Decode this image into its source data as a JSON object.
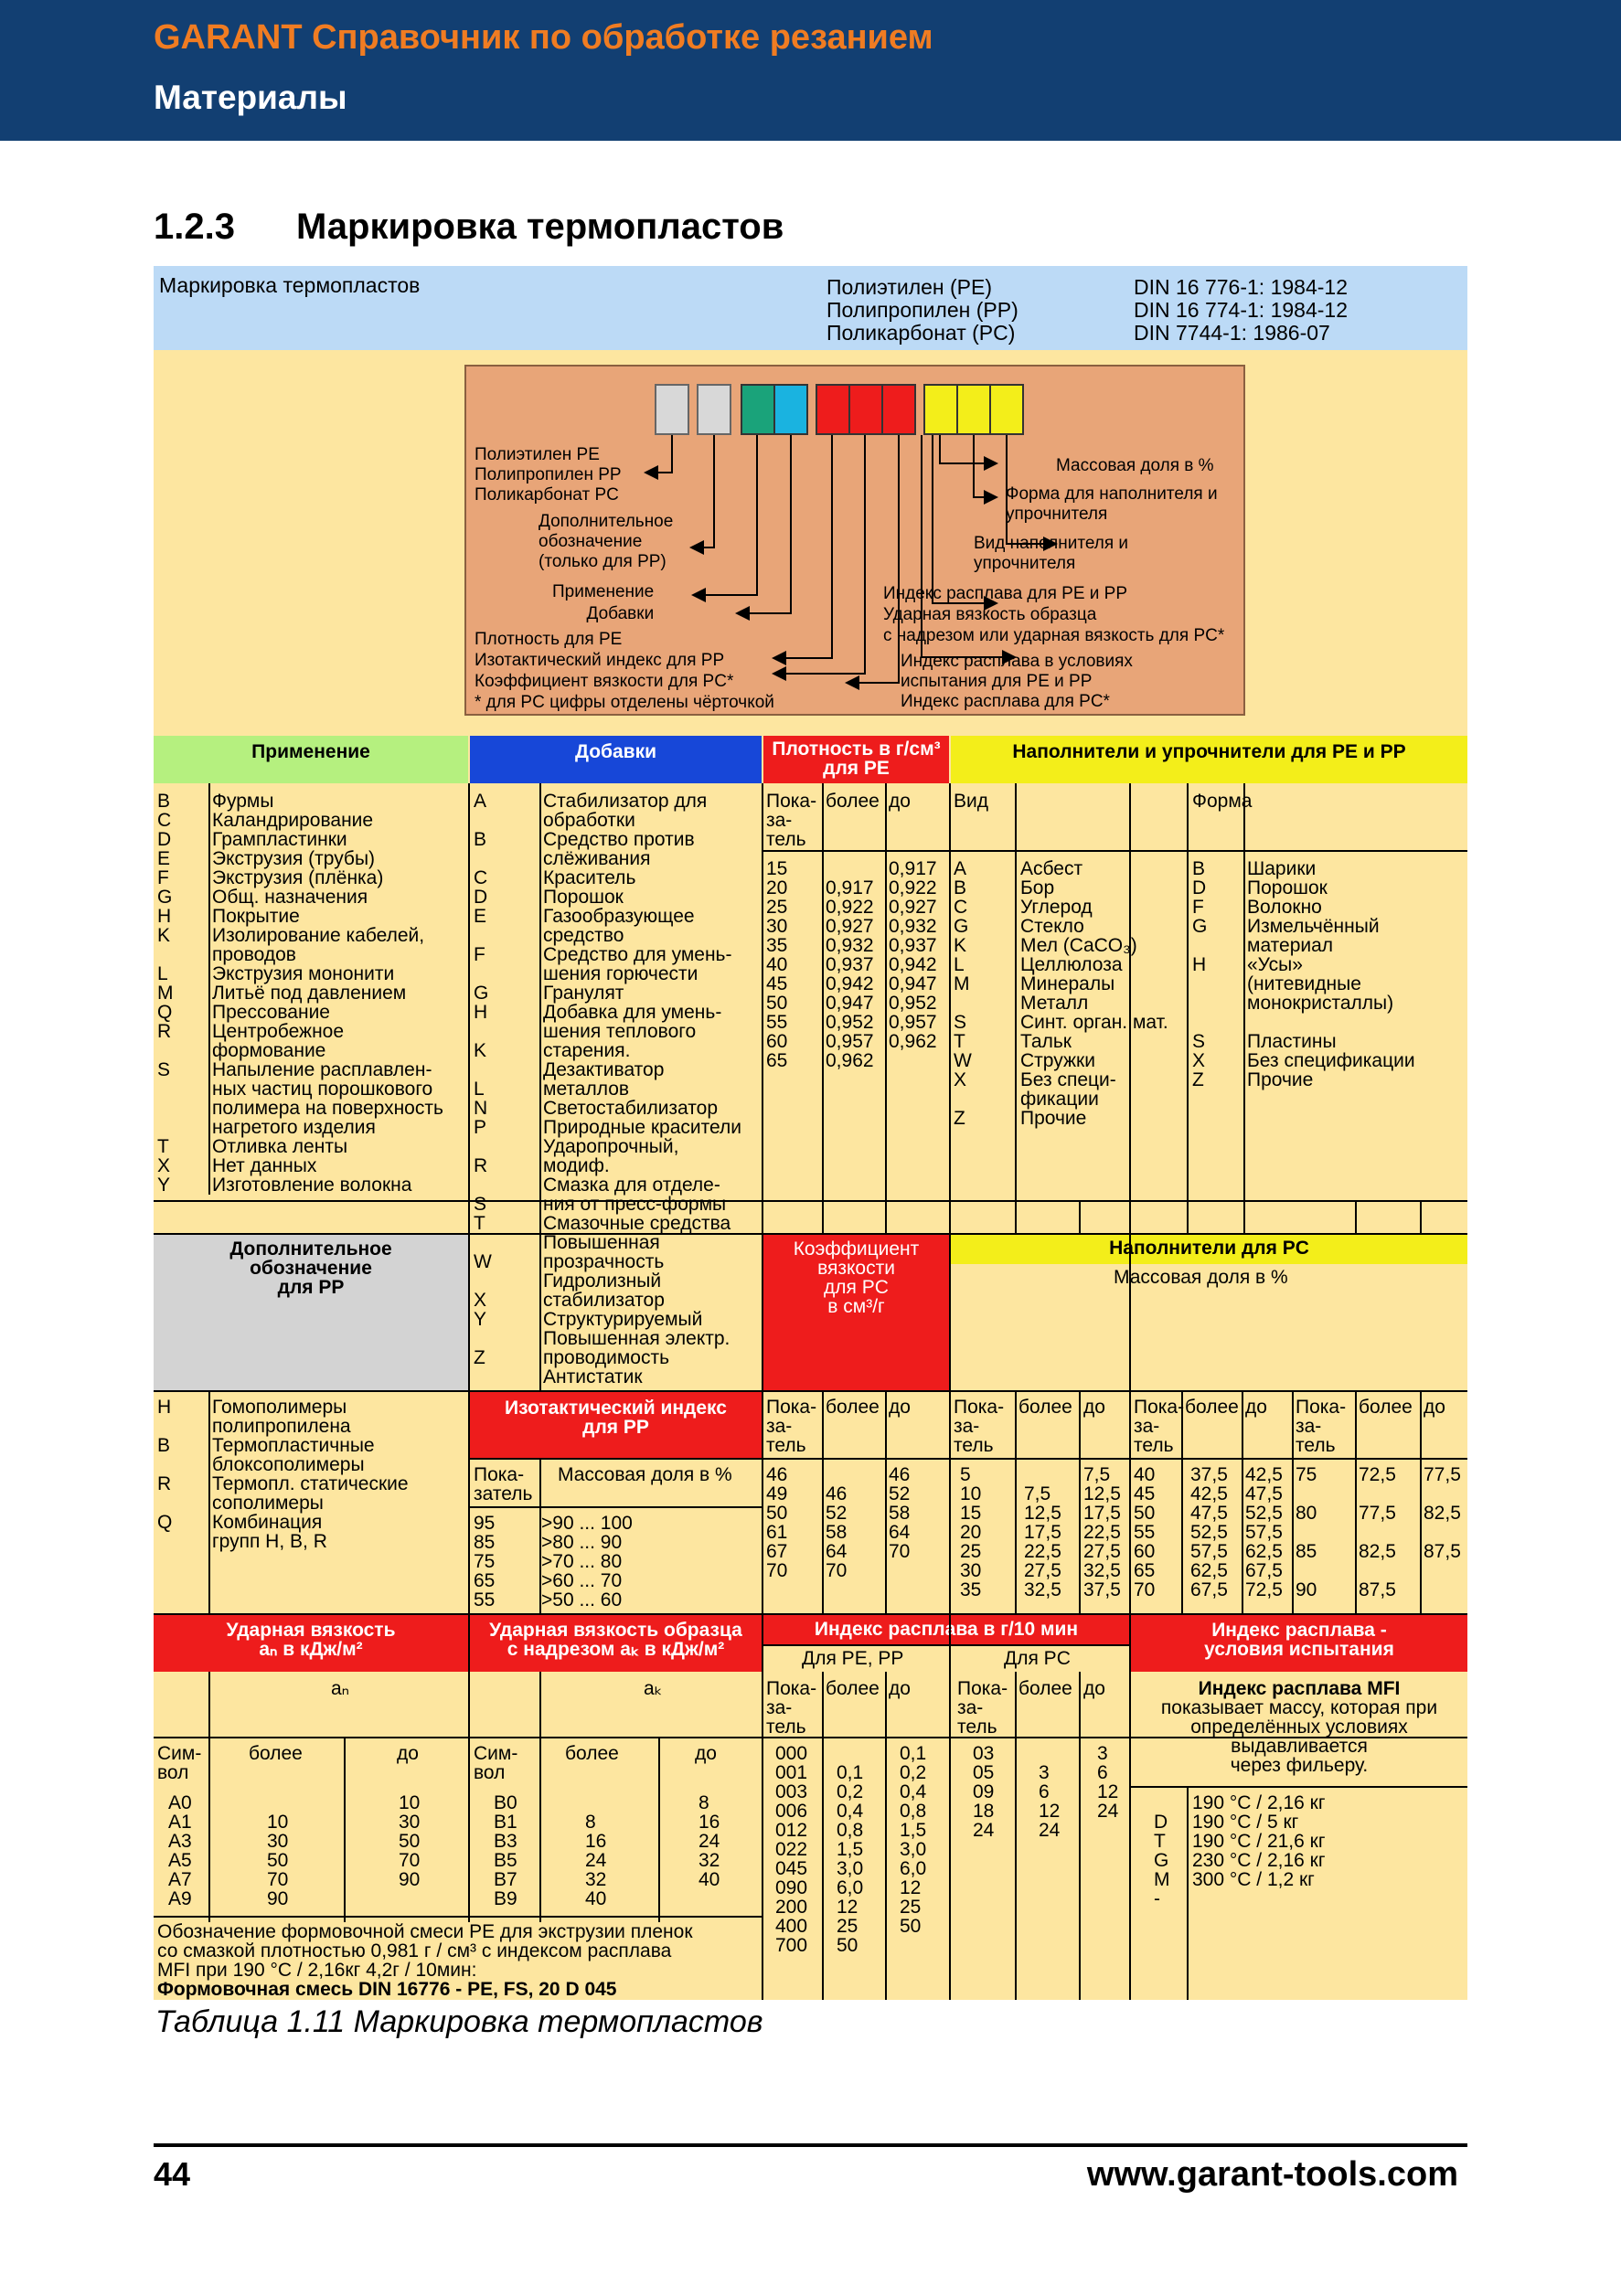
{
  "header": {
    "title": "GARANT Справочник по обработке резанием",
    "subtitle": "Материалы"
  },
  "section": {
    "number": "1.2.3",
    "title": "Маркировка термопластов"
  },
  "intro": {
    "label": "Маркировка термопластов",
    "materials": "Полиэтилен (PE)\nПолипропилен (PP)\nПоликарбонат (PC)",
    "standards": "DIN 16 776-1: 1984-12\nDIN 16 774-1: 1984-12\nDIN 7744-1: 1986-07"
  },
  "diagram": {
    "left_labels": [
      "Полиэтилен PE\nПолипропилен PP\nПоликарбонат PC",
      "Дополнительное\nобозначение\n(только для PP)",
      "Применение\nДобавки",
      "Плотность для PE\nИзотактический индекс для PP\nКоэффициент вязкости для PC*\n* для PC цифры отделены чёрточкой"
    ],
    "right_labels": [
      "Массовая доля в %",
      "Форма для наполнителя и\nупрочнителя",
      "Вид наполнителя и\nупрочнителя",
      "Индекс расплава для PE и PP\nУдарная вязкость образца\nс надрезом или ударная вязкость для PC*",
      "Индекс расплава в условиях\nиспытания для PE и PP\nИндекс расплава для PC*"
    ],
    "colors": {
      "gray": "#d8d8d8",
      "teal": "#1aa37a",
      "cyan": "#1ab3e0",
      "red": "#ee1c1c",
      "yellow": "#f3ee1a",
      "panel": "#e8a578"
    }
  },
  "headers": {
    "application": "Применение",
    "additives": "Добавки",
    "density": "Плотность в г/см³\nдля PE",
    "fillers_pe_pp": "Наполнители и упрочнители для PE и PP",
    "extra": "Дополнительное\nобозначение\nдля PP",
    "viscosity_pc": "Коэффициент\nвязкости\nдля PC\nв см³/г",
    "fillers_pc": "Наполнители для PC",
    "isotactic": "Изотактический индекс\nдля PP",
    "impact": "Ударная вязкость\naₙ в кДж/м²",
    "impact_notch": "Ударная вязкость образца\nс надрезом aₖ в кДж/м²",
    "melt_index": "Индекс расплава в г/10 мин",
    "melt_conditions": "Индекс расплава -\nусловия испытания"
  },
  "application": {
    "codes": "B\nC\nD\nE\nF\nG\nH\nK\n\nL\nM\nQ\nR\n\nS\n\n\n\nT\nX\nY",
    "text": "Фурмы\nКаландрирование\nГрампластинки\nЭкструзия (трубы)\nЭкструзия (плёнка)\nОбщ. назначения\nПокрытие\nИзолирование кабелей,\nпроводов\nЭкструзия мононити\nЛитьё под давлением\nПрессование\nЦентробежное\nформование\nНапыление расплавлен-\nных частиц порошкового\nполимера на поверхность\nнагретого изделия\nОтливка ленты\nНет данных\nИзготовление волокна"
  },
  "additives": {
    "codes": "A\n\nB\n\nC\nD\nE\n\nF\n\nG\nH\n\nK\n\nL\nN\nP\n\nR\n\nS\nT\n\nW\n\nX\nY\n\nZ",
    "text": "Стабилизатор для\nобработки\nСредство против\nслёживания\nКраситель\nПорошок\nГазообразующее\nсредство\nСредство для умень-\nшения горючести\nГранулят\nДобавка для умень-\nшения теплового\nстарения.\nДезактиватор\nметаллов\nСветостабилизатор\nПриродные красители\nУдаропрочный,\nмодиф.\nСмазка для отделе-\nния от пресс-формы\nСмазочные средства\nПовышенная\nпрозрачность\nГидролизный\nстабилизатор\nСтруктурируемый\nПовышенная электр.\nпроводимость\nАнтистатик"
  },
  "density": {
    "col_headers": [
      "Пока-\nза-\nтель",
      "более",
      "до"
    ],
    "indicator": "15\n20\n25\n30\n35\n40\n45\n50\n55\n60\n65",
    "more": "\n0,917\n0,922\n0,927\n0,932\n0,937\n0,942\n0,947\n0,952\n0,957\n0,962",
    "upto": "0,917\n0,922\n0,927\n0,932\n0,937\n0,942\n0,947\n0,952\n0,957\n0,962"
  },
  "fillers": {
    "type_header": "Вид",
    "form_header": "Форма",
    "type_codes": "A\nB\nC\nG\nK\nL\nM\n\nS\nT\nW\nX\n\nZ",
    "type_text": "Асбест\nБор\nУглерод\nСтекло\nМел (CaCO₃)\nЦеллюлоза\nМинералы\nМеталл\nСинт. орган. мат.\nТальк\nСтружки\nБез специ-\nфикации\nПрочие",
    "form_codes": "B\nD\nF\nG\n\nH\n\n\n\nS\nX\nZ",
    "form_text": "Шарики\nПорошок\nВолокно\nИзмельчённый\nматериал\n«Усы»\n(нитевидные\nмонокристаллы)\n\nПластины\nБез спецификации\nПрочие"
  },
  "fillers_pc_text": "Массовая доля в %",
  "extra": {
    "codes": "H\n\nB\n\nR\n\nQ",
    "text": "Гомополимеры\nполипропилена\nТермопластичные\nблоксополимеры\nТермопл. статические\nсополимеры\nКомбинация\nгрупп H, B, R"
  },
  "isotactic": {
    "col_headers": [
      "Пока-\nзатель",
      "Массовая доля в %"
    ],
    "indicator": "95\n85\n75\n65\n55",
    "share": ">90 ... 100\n>80 ... 90\n>70 ... 80\n>60 ... 70\n>50 ... 60"
  },
  "mass_table": {
    "col_header_show": "Пока-\nза-\nтель",
    "col_header_more": "более",
    "col_header_upto": "до",
    "g1": {
      "ind": "46\n49\n50\n61\n67\n70",
      "more": "\n46\n52\n58\n64\n70",
      "upto": "46\n52\n58\n64\n70"
    },
    "g2": {
      "ind": "5\n10\n15\n20\n25\n30\n35",
      "more": "\n7,5\n12,5\n17,5\n22,5\n27,5\n32,5",
      "upto": "7,5\n12,5\n17,5\n22,5\n27,5\n32,5\n37,5"
    },
    "g3": {
      "ind": "40\n45\n50\n55\n60\n65\n70",
      "more": "37,5\n42,5\n47,5\n52,5\n57,5\n62,5\n67,5",
      "upto": "42,5\n47,5\n52,5\n57,5\n62,5\n67,5\n72,5"
    },
    "g4": {
      "ind": "75\n\n80\n\n85\n\n90",
      "more": "72,5\n\n77,5\n\n82,5\n\n87,5",
      "upto": "77,5\n\n82,5\n\n87,5"
    }
  },
  "impact": {
    "sub": "aₙ",
    "sym": "Сим-\nвол",
    "more": "более",
    "upto": "до",
    "codes": "A0\nA1\nA3\nA5\nA7\nA9",
    "vmore": "\n10\n30\n50\n70\n90",
    "vupto": "10\n30\n50\n70\n90"
  },
  "impact_notch": {
    "sub": "aₖ",
    "sym": "Сим-\nвол",
    "more": "более",
    "upto": "до",
    "codes": "B0\nB1\nB3\nB5\nB7\nB9",
    "vmore": "\n8\n16\n24\n32\n40",
    "vupto": "8\n16\n24\n32\n40"
  },
  "melt": {
    "pe_pp": "Для PE, PP",
    "pc": "Для PC",
    "show": "Пока-\nза-\nтель",
    "more": "более",
    "upto": "до",
    "pe_ind": "000\n001\n003\n006\n012\n022\n045\n090\n200\n400\n700",
    "pe_more": "\n0,1\n0,2\n0,4\n0,8\n1,5\n3,0\n6,0\n12\n25\n50",
    "pe_upto": "0,1\n0,2\n0,4\n0,8\n1,5\n3,0\n6,0\n12\n25\n50",
    "pc_ind": "03\n05\n09\n18\n24",
    "pc_more": "\n3\n6\n12\n24",
    "pc_upto": "3\n6\n12\n24"
  },
  "conditions": {
    "title": "Индекс расплава MFI",
    "desc": "показывает массу, которая при\nопределённых условиях\nвыдавливается\nчерез фильеру.",
    "codes": "\nD\nT\nG\nM\n-",
    "text": "190 °C / 2,16 кг\n190 °C / 5 кг\n190 °C / 21,6 кг\n230 °C / 2,16 кг\n300 °C / 1,2 кг"
  },
  "example": {
    "text": "Обозначение формовочной смеси PE для экструзии пленок\nсо смазкой плотностью 0,981 г / см³ с индексом расплава\nMFI при 190 °C / 2,16кг 4,2г / 10мин:",
    "bold": "Формовочная смесь DIN 16776 - PE, FS, 20 D 045"
  },
  "caption": "Таблица 1.11  Маркировка термопластов",
  "footer": {
    "page": "44",
    "url": "www.garant-tools.com"
  }
}
